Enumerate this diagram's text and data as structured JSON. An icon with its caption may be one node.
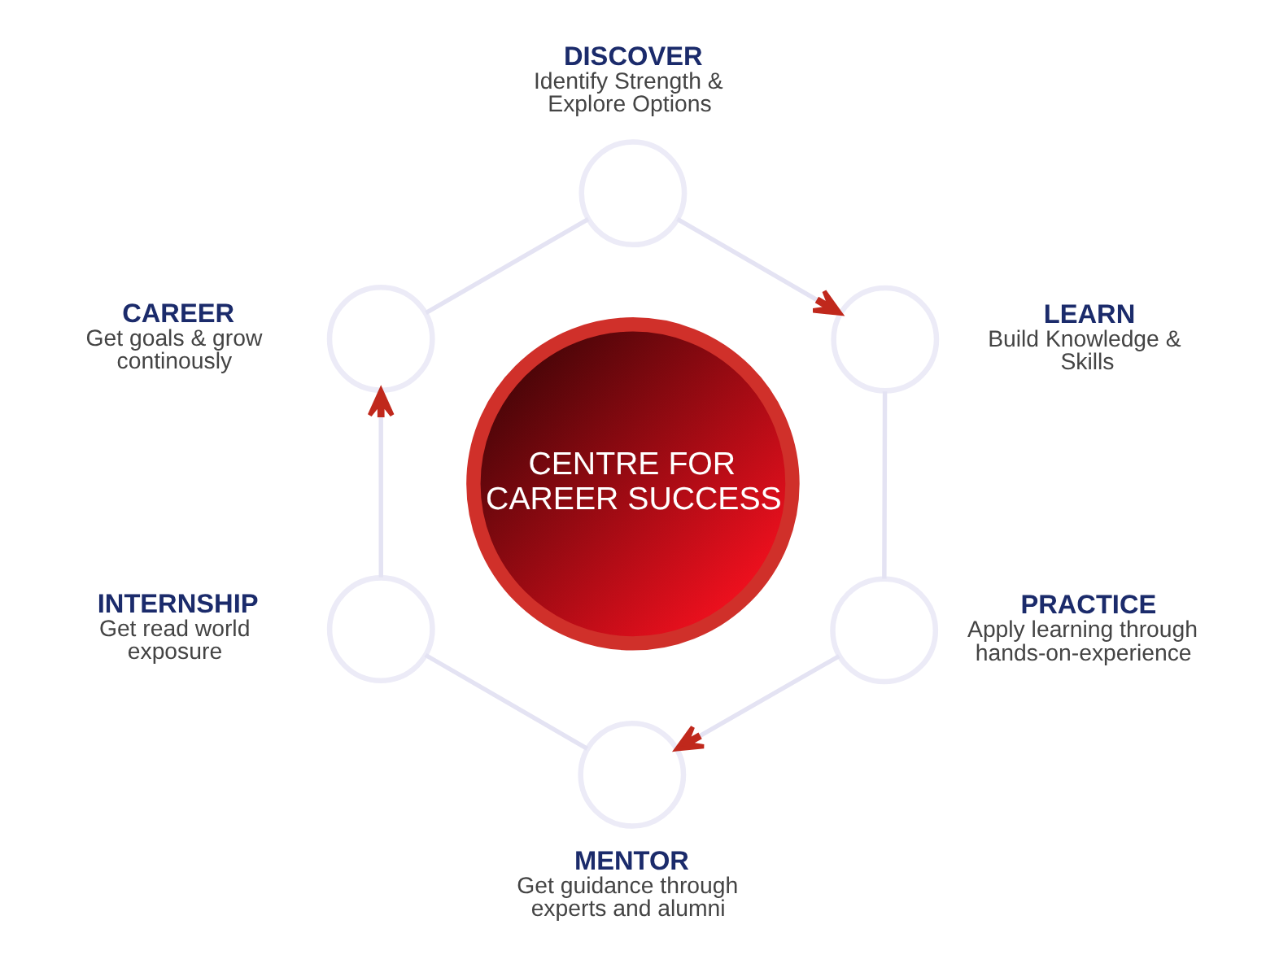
{
  "diagram": {
    "nodes": [
      {
        "text": [
          "CENTRE FOR CAREER SUCCESS"
        ]
      },
      {
        "text": [
          "DISCOVER",
          "Identify Strength & Explore Options"
        ]
      },
      {
        "text": [
          "LEARN",
          "Build Knowledge & Skills"
        ]
      },
      {
        "text": [
          "PRACTICE",
          "Apply learning through hands-on-experience"
        ]
      },
      {
        "text": [
          "MENTOR",
          "Get guidance through experts and alumni"
        ]
      },
      {
        "text": [
          "INTERNSHIP",
          "Get read world exposure"
        ]
      },
      {
        "text": [
          "CAREER",
          "Get goals & grow continously"
        ]
      }
    ],
    "edges": [
      {
        "from": 1,
        "to": 2,
        "arrow": "to"
      },
      {
        "from": 2,
        "to": 3,
        "arrow": "none"
      },
      {
        "from": 3,
        "to": 4,
        "arrow": "to"
      },
      {
        "from": 4,
        "to": 5,
        "arrow": "none"
      },
      {
        "from": 5,
        "to": 6,
        "arrow": "to"
      },
      {
        "from": 6,
        "to": 1,
        "arrow": "none"
      }
    ]
  }
}
